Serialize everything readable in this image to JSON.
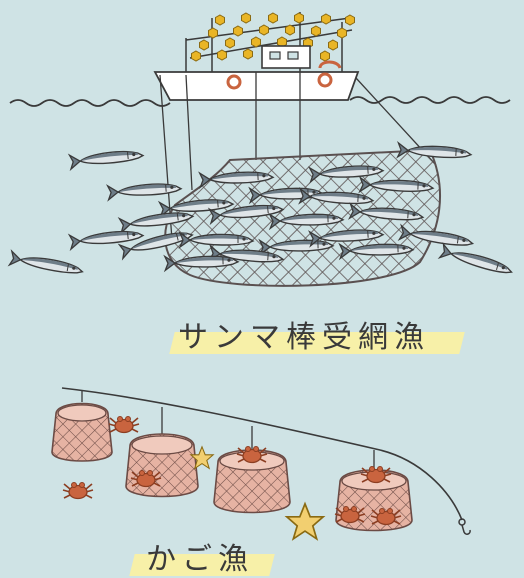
{
  "captions": {
    "saury": "サンマ棒受網漁",
    "crab": "かご漁"
  },
  "colors": {
    "background": "#cfe3e5",
    "highlight": "#f7f0a8",
    "ink": "#3a3a3a",
    "net": "#5a5050",
    "boat": "#ffffff",
    "lamps": "#e9b526",
    "fish_back": "#6e7d88",
    "fish_belly": "#dfe5e8",
    "basket": "#e6b3a3",
    "crab": "#c9643f",
    "starfish": "#f2cf70"
  },
  "scene": {
    "saury_fish_count": 24,
    "baskets": 4,
    "crabs": 7,
    "starfish": 2
  }
}
